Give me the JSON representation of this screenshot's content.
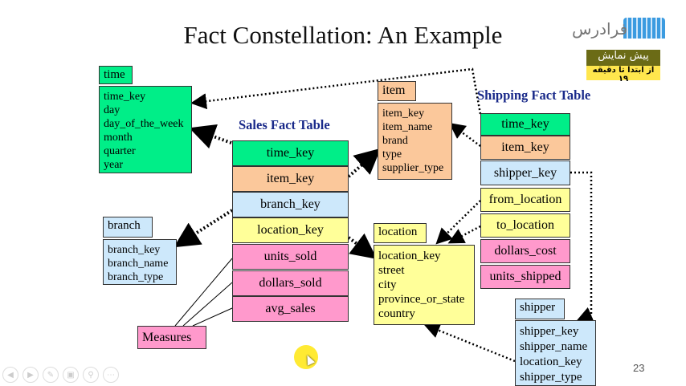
{
  "title": "Fact Constellation: An Example",
  "logo": {
    "brand": "فرادرس",
    "preview": "پیش نمایش",
    "range": "از ابتدا تا دقیقه ۱۹"
  },
  "time": {
    "label": "time",
    "fields": [
      "time_key",
      "day",
      "day_of_the_week",
      "month",
      "quarter",
      "year"
    ]
  },
  "sales": {
    "label": "Sales Fact Table",
    "rows": [
      "time_key",
      "item_key",
      "branch_key",
      "location_key",
      "units_sold",
      "dollars_sold",
      "avg_sales"
    ]
  },
  "item": {
    "label": "item",
    "fields": [
      "item_key",
      "item_name",
      "brand",
      "type",
      "supplier_type"
    ]
  },
  "shipping": {
    "label": "Shipping Fact Table",
    "rows": [
      "time_key",
      "item_key",
      "shipper_key",
      "from_location",
      "to_location",
      "dollars_cost",
      "units_shipped"
    ]
  },
  "branch": {
    "label": "branch",
    "fields": [
      "branch_key",
      "branch_name",
      "branch_type"
    ]
  },
  "location": {
    "label": "location",
    "fields": [
      "location_key",
      "street",
      "city",
      "province_or_state",
      "country"
    ]
  },
  "shipper": {
    "label": "shipper",
    "fields": [
      "shipper_key",
      "shipper_name",
      "location_key",
      "shipper_type"
    ]
  },
  "measures": "Measures",
  "page_number": "23"
}
